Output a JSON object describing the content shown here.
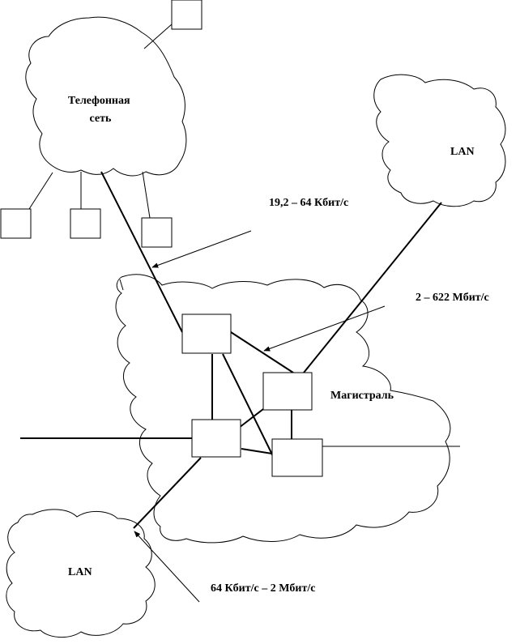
{
  "clouds": {
    "telephone_network": "Телефонная\nсеть",
    "lan_top": "LAN",
    "backbone": "Магистраль",
    "lan_bottom": "LAN"
  },
  "speeds": {
    "access": "19,2 – 64 Кбит/с",
    "backbone": "2 – 622 Мбит/с",
    "lan": "64 Кбит/с – 2 Мбит/с"
  }
}
